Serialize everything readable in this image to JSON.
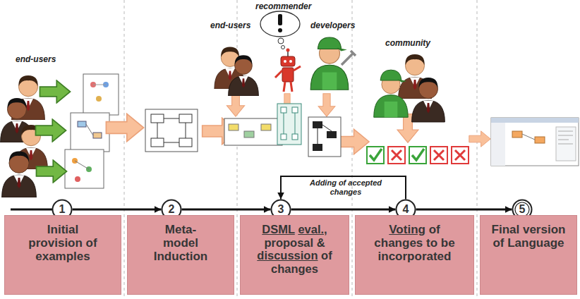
{
  "diagram": {
    "nodes": [
      {
        "text": [
          "1"
        ]
      },
      {
        "text": [
          "2"
        ]
      },
      {
        "text": [
          "3"
        ]
      },
      {
        "text": [
          "4"
        ]
      },
      {
        "text": [
          "5"
        ]
      },
      {
        "text": [
          "Initial provision of examples"
        ]
      },
      {
        "text": [
          "Meta-model Induction"
        ]
      },
      {
        "text": [
          "DSML eval., proposal & discussion of changes"
        ]
      },
      {
        "text": [
          "Voting of changes to be incorporated"
        ]
      },
      {
        "text": [
          "Final version of Language"
        ]
      }
    ],
    "edges": [
      {
        "from": 0,
        "to": 1,
        "arrow": "to"
      },
      {
        "from": 1,
        "to": 2,
        "arrow": "to"
      },
      {
        "from": 2,
        "to": 3,
        "arrow": "to"
      },
      {
        "from": 3,
        "to": 4,
        "arrow": "to"
      },
      {
        "from": 3,
        "to": 2,
        "label": "Adding of accepted changes",
        "arrow": "to"
      }
    ],
    "labels": [
      "end-users",
      "recommender",
      "end-users",
      "developers",
      "community"
    ]
  }
}
